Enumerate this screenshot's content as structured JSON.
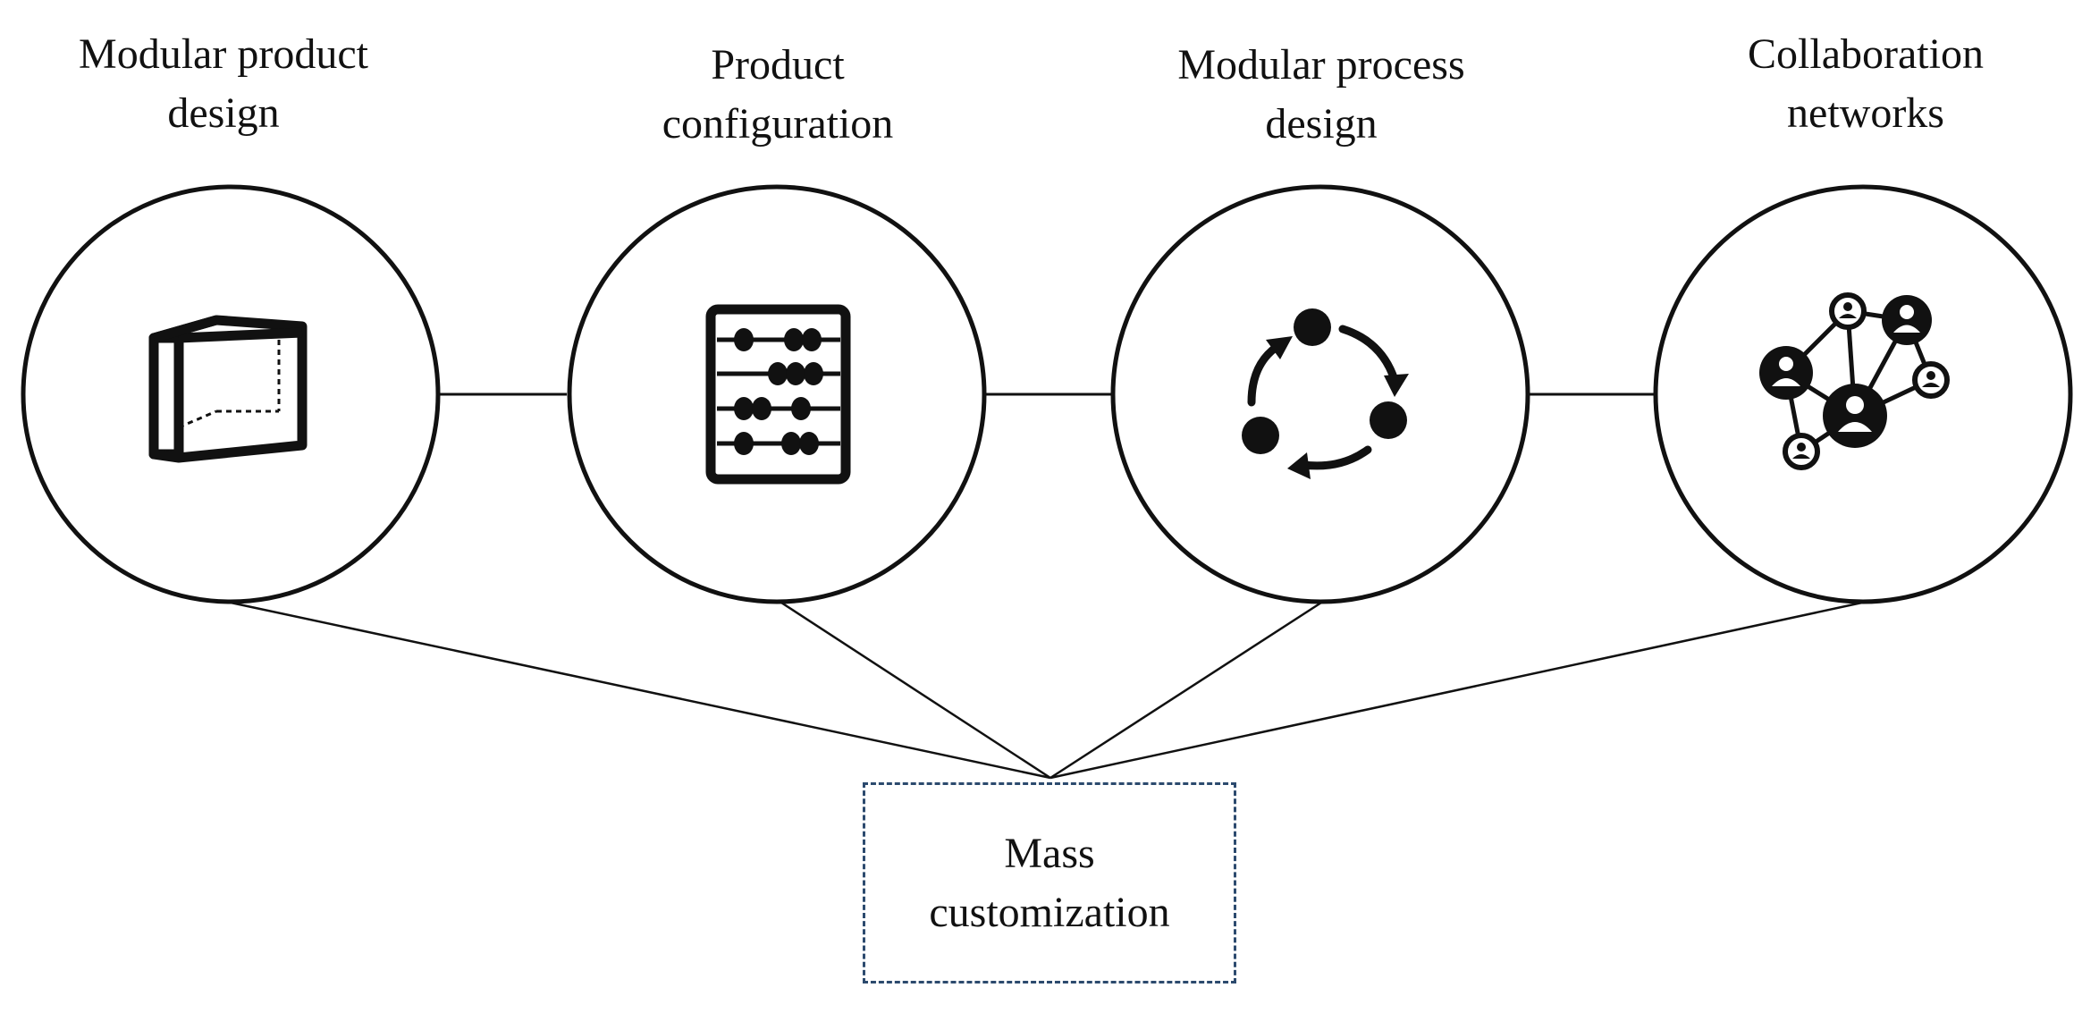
{
  "pillars": [
    {
      "id": "modular-product-design",
      "label_line1": "Modular product",
      "label_line2": "design",
      "icon": "modular-box-icon"
    },
    {
      "id": "product-configuration",
      "label_line1": "Product",
      "label_line2": "configuration",
      "icon": "abacus-icon"
    },
    {
      "id": "modular-process-design",
      "label_line1": "Modular process",
      "label_line2": "design",
      "icon": "cycle-process-icon"
    },
    {
      "id": "collaboration-networks",
      "label_line1": "Collaboration",
      "label_line2": "networks",
      "icon": "people-network-icon"
    }
  ],
  "outcome": {
    "label_line1": "Mass",
    "label_line2": "customization"
  },
  "colors": {
    "stroke": "#111111",
    "outcome_border": "#2c4a6e"
  }
}
